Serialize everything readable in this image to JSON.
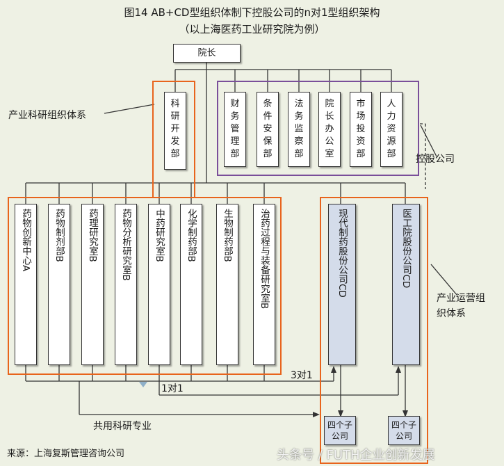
{
  "title_line1": "图14 AB+CD型组织体制下控股公司的n对1型组织架构",
  "title_line2": "（以上海医药工业研究院为例）",
  "top_box": "院长",
  "rd_dept": "科研开发部",
  "admin_depts": [
    "财务管理部",
    "条件安保部",
    "法务监察部",
    "院长办公室",
    "市场投资部",
    "人力资源部"
  ],
  "research_units": [
    "药物创新中心A",
    "药物制剂部B",
    "药理研究室B",
    "药物分析研究室B",
    "中药研究室B",
    "化学制药部B",
    "生物制药部B",
    "治药过程与装备研究室B"
  ],
  "cd_companies": [
    "现代制药股份公司CD",
    "医工院股份公司CD"
  ],
  "subsidiaries": [
    "四个子公司",
    "四个子公司"
  ],
  "labels": {
    "rd_system": "产业科研组织体系",
    "holding": "控股公司",
    "operations": "产业运营组织体系",
    "shared": "共用科研专业",
    "one_to_one": "1对1",
    "three_to_one": "3对1"
  },
  "source": "来源：上海复斯管理咨询公司",
  "watermark": "头条号 / FUTH企业创新发展",
  "colors": {
    "orange_frame": "#e8641c",
    "purple_frame": "#7a4f9a",
    "cd_box": "#d4dcea",
    "background": "#eef1e4"
  }
}
